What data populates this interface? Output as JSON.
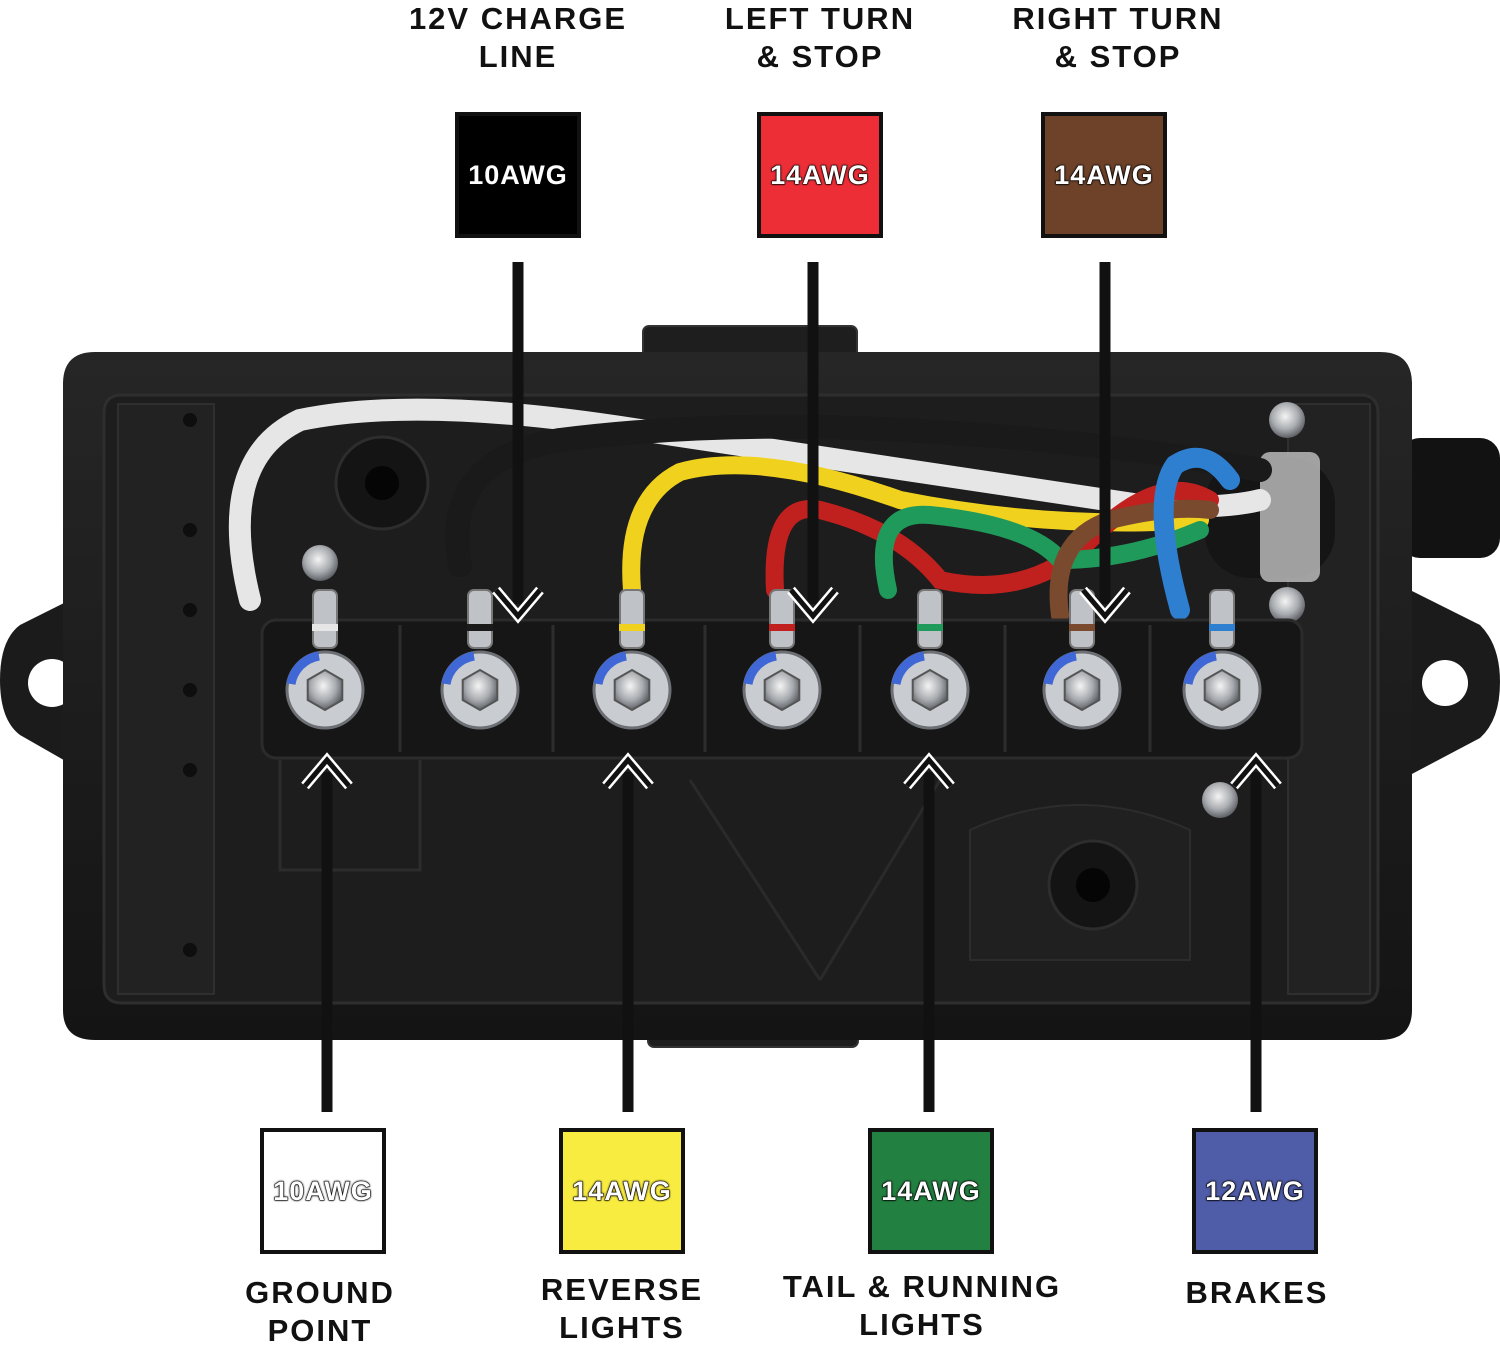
{
  "top": [
    {
      "id": "charge",
      "label": [
        "12V CHARGE",
        "LINE"
      ],
      "gauge": "10AWG",
      "color": "#000000"
    },
    {
      "id": "left",
      "label": [
        "LEFT TURN",
        "& STOP"
      ],
      "gauge": "14AWG",
      "color": "#ee2e36"
    },
    {
      "id": "right",
      "label": [
        "RIGHT TURN",
        "& STOP"
      ],
      "gauge": "14AWG",
      "color": "#6d4229"
    }
  ],
  "bottom": [
    {
      "id": "ground",
      "label": [
        "GROUND",
        "POINT"
      ],
      "gauge": "10AWG",
      "color": "#ffffff"
    },
    {
      "id": "reverse",
      "label": [
        "REVERSE",
        "LIGHTS"
      ],
      "gauge": "14AWG",
      "color": "#f9ec40"
    },
    {
      "id": "tail",
      "label": [
        "TAIL & RUNNING",
        "LIGHTS"
      ],
      "gauge": "14AWG",
      "color": "#228040"
    },
    {
      "id": "brakes",
      "label": [
        "BRAKES"
      ],
      "gauge": "12AWG",
      "color": "#4f5ca8"
    }
  ],
  "wire_colors": {
    "white": "#e6e6e6",
    "black": "#1a1a1a",
    "yellow": "#f0d21e",
    "red": "#c1211e",
    "green": "#1f9a5a",
    "brown": "#7a4a2e",
    "blue": "#2f7fd0"
  }
}
